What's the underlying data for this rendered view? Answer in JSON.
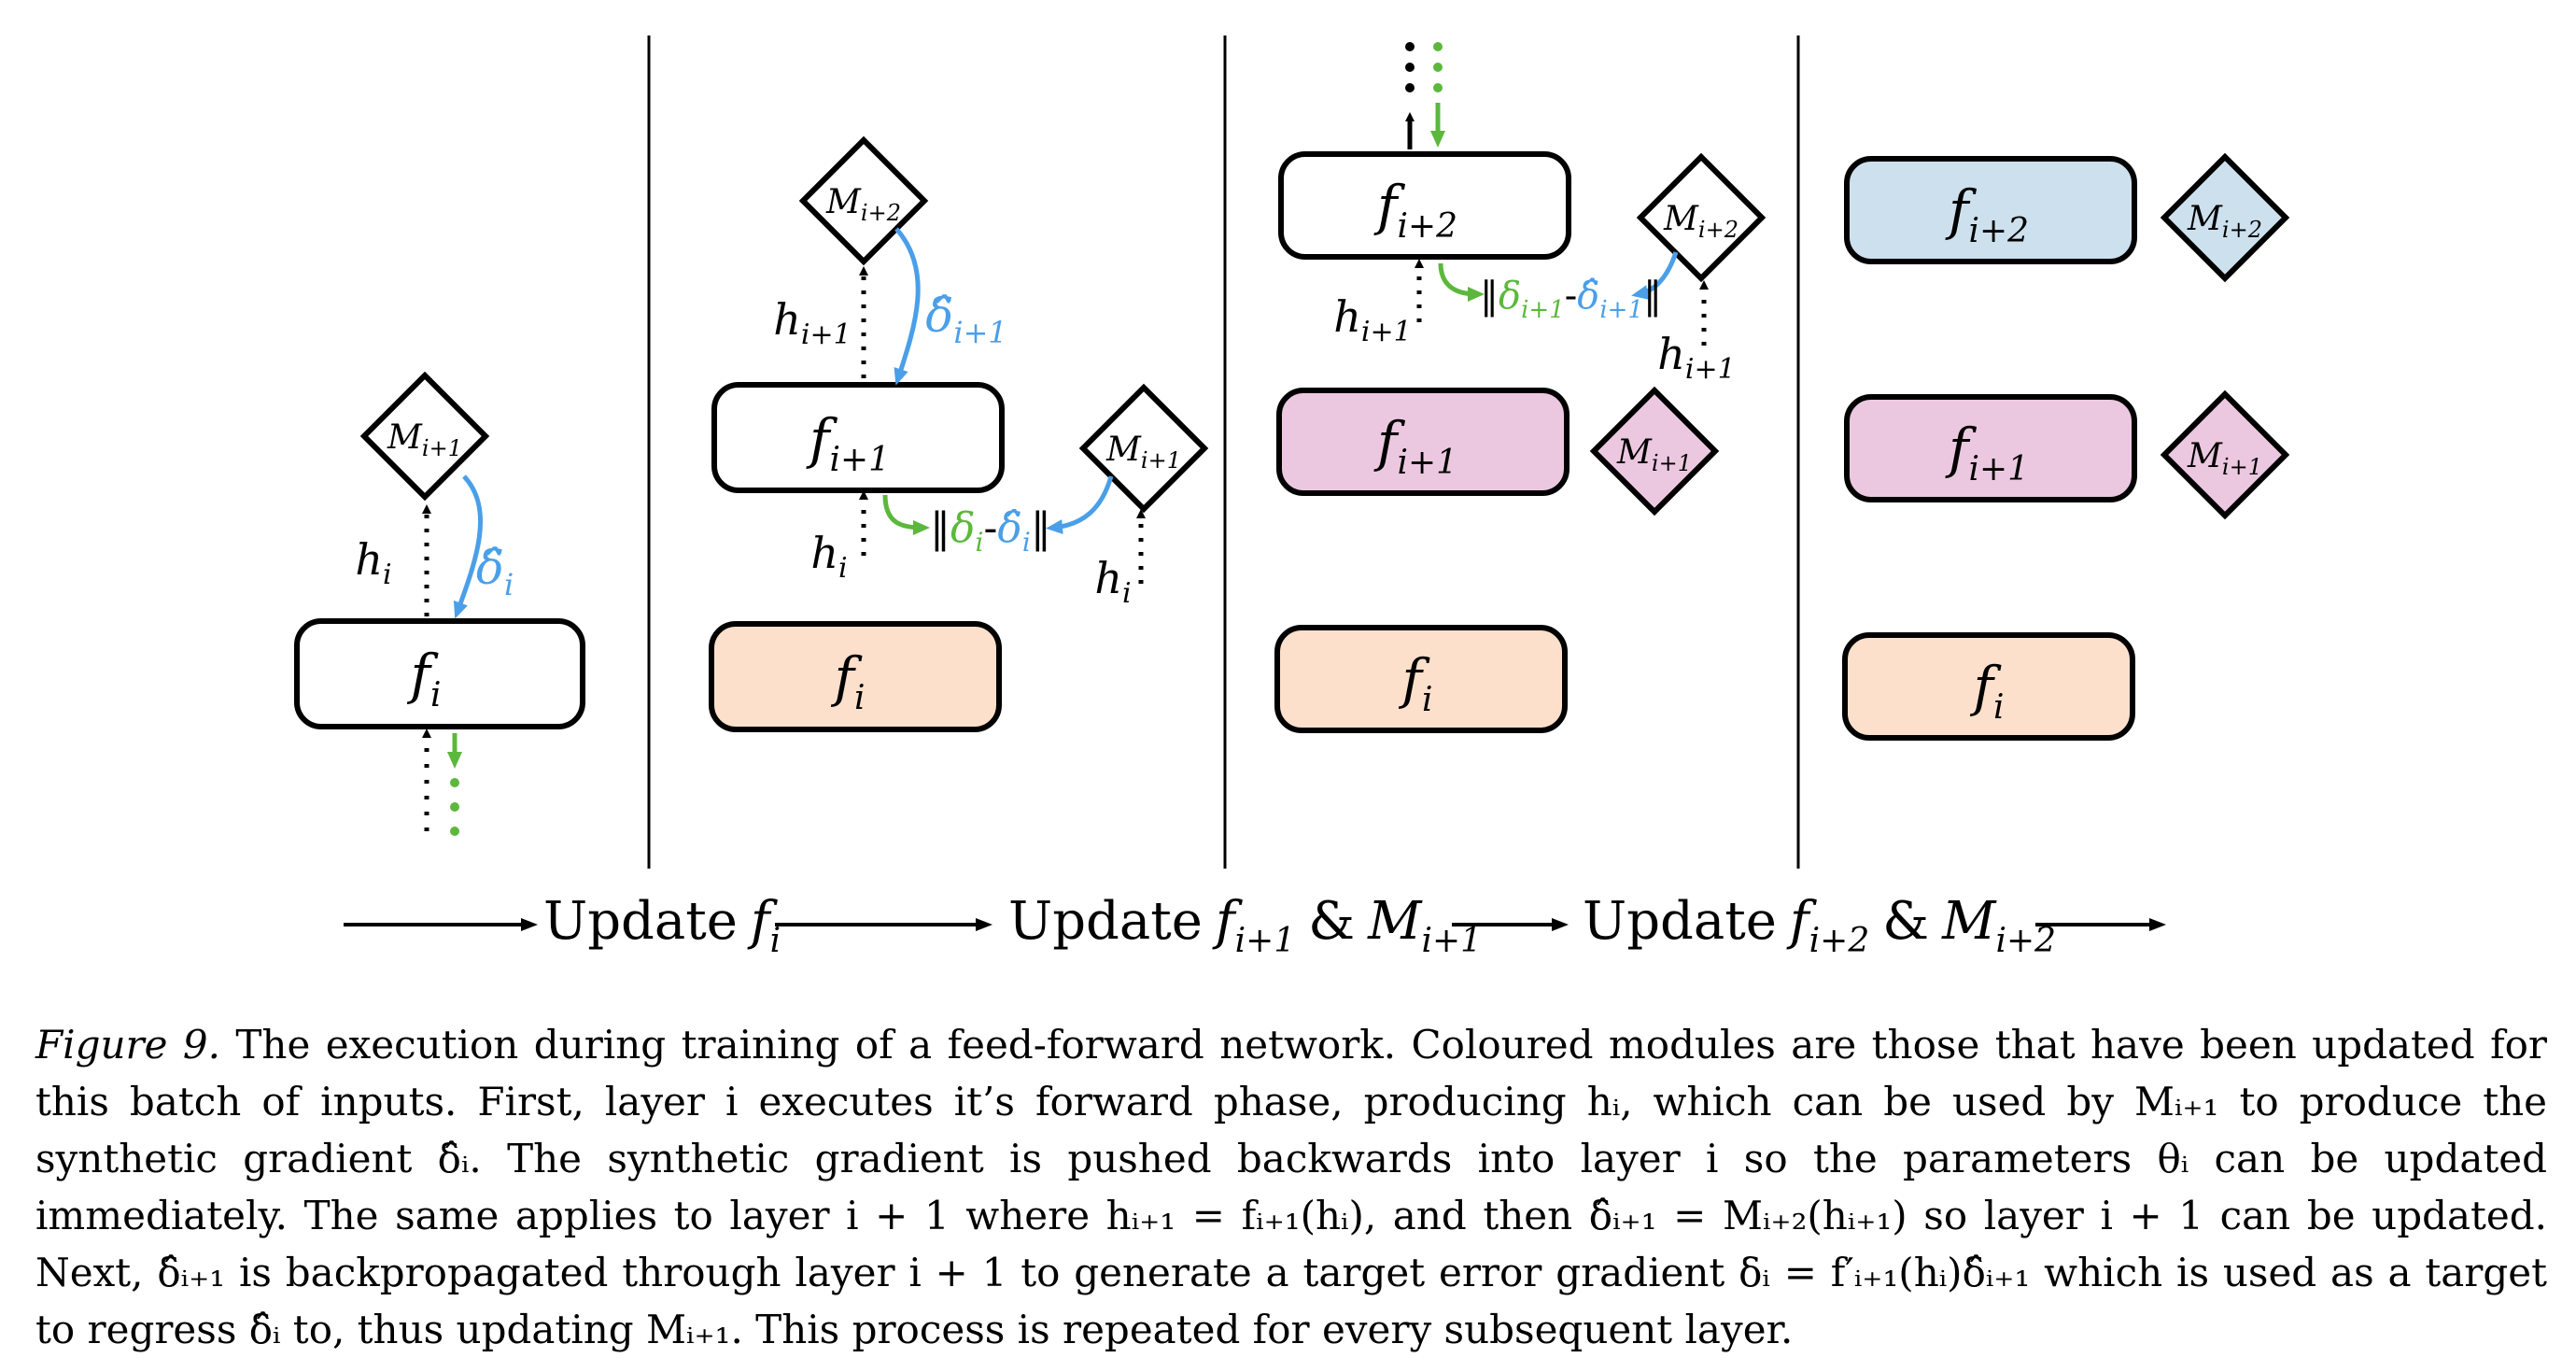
{
  "colors": {
    "stroke": "#000000",
    "synthetic_gradient": "#4a9fe8",
    "true_gradient": "#5cb83c",
    "layer_i_fill": "#fce0cc",
    "layer_i1_fill": "#ecc8e0",
    "layer_i2_fill": "#cde0ee",
    "box_default": "#ffffff"
  },
  "labels": {
    "f_sym": "f",
    "M_sym": "M",
    "h_sym": "h",
    "sub_i": "i",
    "sub_i1": "i+1",
    "sub_i2": "i+2",
    "delta_hat_sym": "δ̂",
    "delta_sym": "δ",
    "norm_open": "‖",
    "norm_close": "‖",
    "minus": "-"
  },
  "stages": [
    {
      "update_prefix": "Update",
      "update_f": "f",
      "update_f_sub": "i"
    },
    {
      "update_prefix": "Update",
      "update_f": "f",
      "update_f_sub": "i+1",
      "amp": "&",
      "update_M": "M",
      "update_M_sub": "i+1"
    },
    {
      "update_prefix": "Update",
      "update_f": "f",
      "update_f_sub": "i+2",
      "amp": "&",
      "update_M": "M",
      "update_M_sub": "i+2"
    }
  ],
  "caption": {
    "figure_label": "Figure 9.",
    "text": " The execution during training of a feed-forward network. Coloured modules are those that have been updated for this batch of inputs. First, layer i executes it’s forward phase, producing hᵢ, which can be used by Mᵢ₊₁ to produce the synthetic gradient δ̂ᵢ. The synthetic gradient is pushed backwards into layer i so the parameters θᵢ can be updated immediately. The same applies to layer i + 1 where hᵢ₊₁ = fᵢ₊₁(hᵢ), and then δ̂ᵢ₊₁ = Mᵢ₊₂(hᵢ₊₁) so layer i + 1 can be updated. Next, δ̂ᵢ₊₁ is backpropagated through layer i + 1 to generate a target error gradient δᵢ = f′ᵢ₊₁(hᵢ)δ̂ᵢ₊₁ which is used as a target to regress δ̂ᵢ to, thus updating Mᵢ₊₁. This process is repeated for every subsequent layer."
  }
}
